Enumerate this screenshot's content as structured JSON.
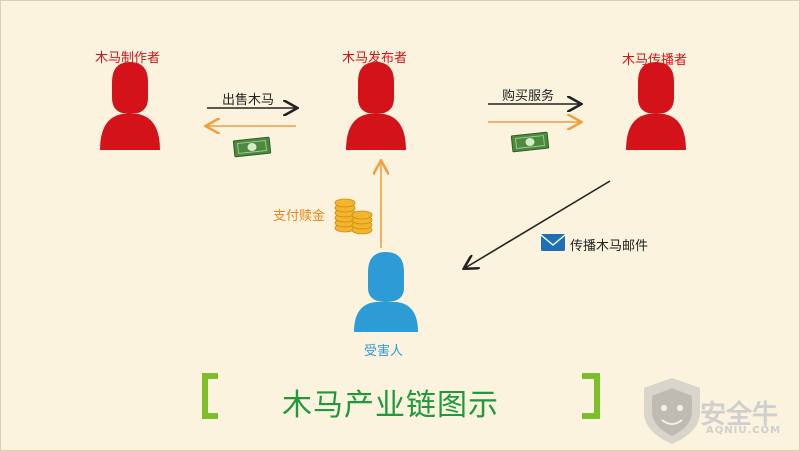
{
  "actors": {
    "maker": "木马制作者",
    "publisher": "木马发布者",
    "spreader": "木马传播者",
    "victim": "受害人"
  },
  "edges": {
    "sell": "出售木马",
    "buy_service": "购买服务",
    "pay_ransom": "支付赎金",
    "spread_mail": "传播木马邮件"
  },
  "title": "木马产业链图示",
  "watermark": {
    "name": "安全牛",
    "site": "AQNIU.COM"
  },
  "colors": {
    "actor": "#d4121a",
    "victim": "#2d9bd6",
    "arrow_money": "#f0a040",
    "title": "#1e9a3a",
    "bracket": "#7cbf2a"
  }
}
